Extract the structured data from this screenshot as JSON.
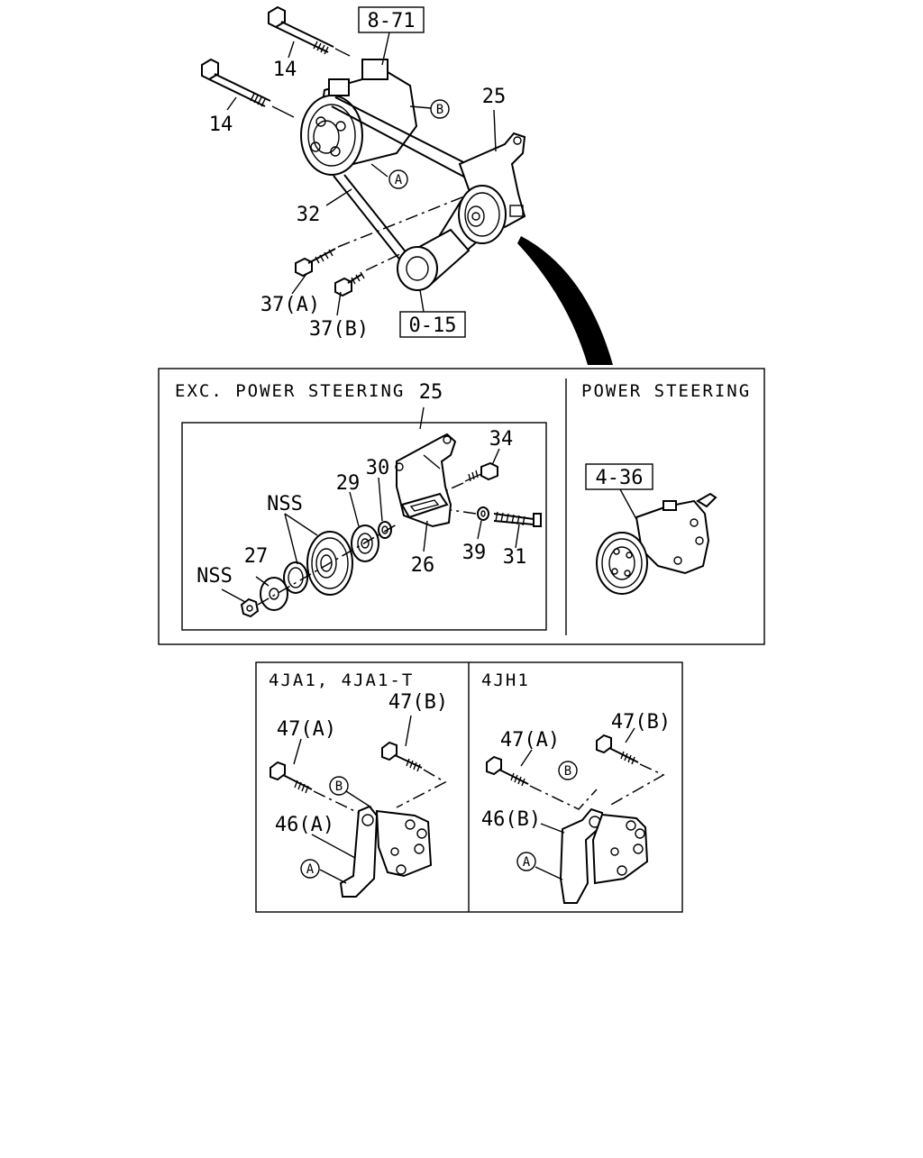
{
  "figure": {
    "refs": {
      "ref_8_71": "8-71",
      "ref_0_15": "0-15",
      "ref_4_36": "4-36"
    },
    "callouts": {
      "bolt_14_upper": "14",
      "bolt_14_left": "14",
      "bracket_25_top": "25",
      "belt_32": "32",
      "bolt_37a": "37(A)",
      "bolt_37b": "37(B)",
      "bracket_25_panel": "25",
      "screw_34": "34",
      "washer_30": "30",
      "washer_29": "29",
      "nss_pulley": "NSS",
      "washer_27": "27",
      "nss_nut": "NSS",
      "plate_26": "26",
      "washer_39": "39",
      "bolt_31": "31",
      "bolt_47b_left": "47(B)",
      "bolt_47a_left": "47(A)",
      "bracket_46a": "46(A)",
      "bolt_47a_right": "47(A)",
      "bolt_47b_right": "47(B)",
      "bracket_46b": "46(B)"
    },
    "markers": {
      "marker_b_top": "B",
      "marker_a_top": "A",
      "marker_b_left": "B",
      "marker_a_left": "A",
      "marker_b_right": "B",
      "marker_a_right": "A"
    },
    "panels": {
      "exc_power_steering": "EXC. POWER STEERING",
      "power_steering": "POWER STEERING",
      "engine_4ja1": "4JA1, 4JA1-T",
      "engine_4jh1": "4JH1"
    }
  }
}
